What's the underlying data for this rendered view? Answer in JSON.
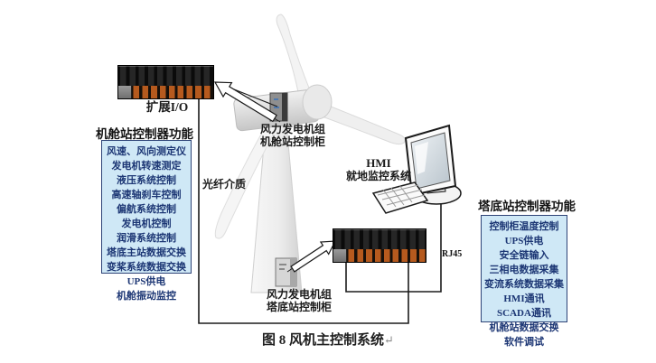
{
  "diagram": {
    "caption": {
      "text": "图 8  风机主控制系统",
      "return_mark": "↵"
    },
    "expansion_io_label": "扩展I/O",
    "fiber_label": "光纤介质",
    "rj45_label": "RJ45",
    "hmi_label": {
      "line1": "HMI",
      "line2": "就地监控系统"
    },
    "nacelle_cabinet_label": {
      "line1": "风力发电机组",
      "line2": "机舱站控制柜"
    },
    "tower_cabinet_label": {
      "line1": "风力发电机组",
      "line2": "塔底站控制柜"
    },
    "nacelle_panel": {
      "title": "机舱站控制器功能",
      "items": [
        "风速、风向测定仪",
        "发电机转速测定",
        "液压系统控制",
        "高速轴刹车控制",
        "偏航系统控制",
        "发电机控制",
        "润滑系统控制",
        "塔底主站数据交换",
        "变桨系统数据交换",
        "UPS供电",
        "机舱振动监控"
      ]
    },
    "tower_panel": {
      "title": "塔底站控制器功能",
      "items": [
        "控制柜温度控制",
        "UPS供电",
        "安全链输入",
        "三相电数据采集",
        "变流系统数据采集",
        "HMI通讯",
        "SCADA通讯",
        "机舱站数据交换",
        "软件调试"
      ]
    },
    "colors": {
      "panel_fill": "#cfe8f6",
      "panel_border": "#2e4377",
      "panel_text": "#1c3674",
      "connector_orange": "#b65a1e",
      "line": "#1c1c1c"
    }
  }
}
